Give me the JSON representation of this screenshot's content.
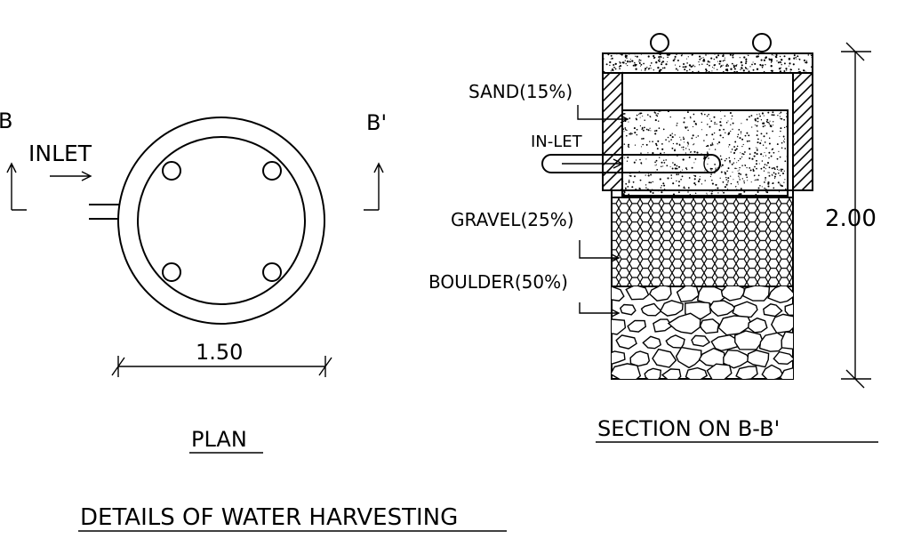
{
  "plan": {
    "section_mark_left": "B",
    "section_mark_right": "B'",
    "inlet_label": "INLET",
    "diameter_label": "1.50",
    "caption": "PLAN"
  },
  "section": {
    "labels": {
      "sand": "SAND(15%)",
      "inlet": "IN-LET",
      "gravel": "GRAVEL(25%)",
      "boulder": "BOULDER(50%)"
    },
    "height_label": "2.00",
    "caption": "SECTION ON B-B'"
  },
  "title": "DETAILS OF WATER HARVESTING"
}
